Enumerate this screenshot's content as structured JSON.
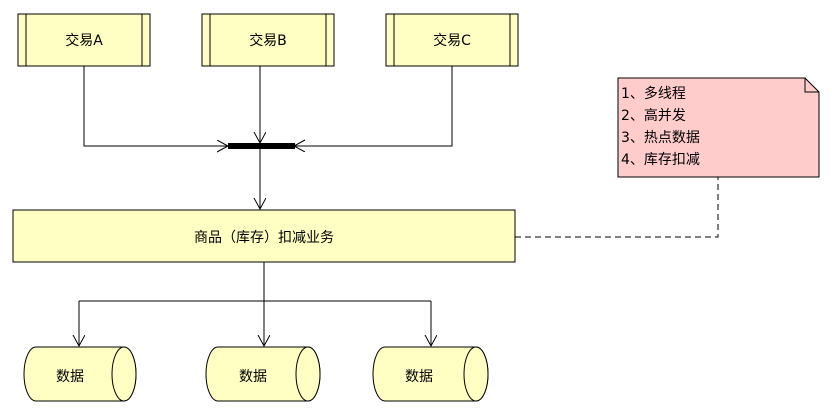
{
  "transactions": [
    {
      "label": "交易A"
    },
    {
      "label": "交易B"
    },
    {
      "label": "交易C"
    }
  ],
  "service": {
    "label": "商品（库存）扣减业务"
  },
  "note": {
    "lines": [
      "1、多线程",
      "2、高并发",
      "3、热点数据",
      "4、库存扣减"
    ]
  },
  "datastores": [
    {
      "label": "数据"
    },
    {
      "label": "数据"
    },
    {
      "label": "数据"
    }
  ],
  "colors": {
    "box_fill": "#ffffc4",
    "note_fill": "#ffcccc",
    "stroke": "#000000",
    "bar": "#000000"
  }
}
